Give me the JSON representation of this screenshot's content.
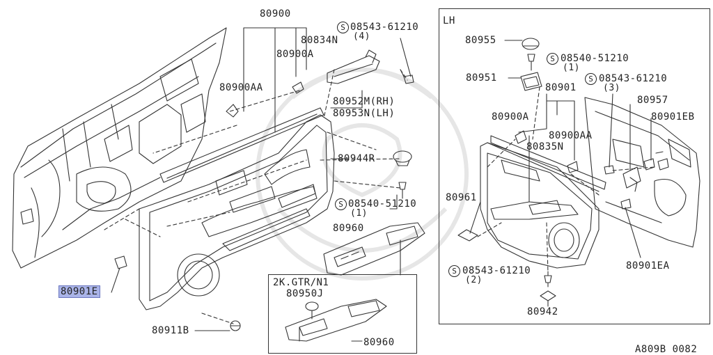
{
  "labels": {
    "p80900": "80900",
    "p80834N": "80834N",
    "p80900A_l": "80900A",
    "p80900AA_l": "80900AA",
    "p08543_l": "08543-61210",
    "p08543_l_qty": "(4)",
    "p80952M": "80952M(RH)",
    "p80953N": "80953N(LH)",
    "p80944R": "80944R",
    "p08540_l": "08540-51210",
    "p08540_l_qty": "(1)",
    "p80960_l": "80960",
    "p80901E_l": "80901E",
    "p80911B": "80911B",
    "inset_title": "2K.GTR/N1",
    "p80950J": "80950J",
    "p80960_inset": "80960",
    "lh_title": "LH",
    "p80955": "80955",
    "p08540_r": "08540-51210",
    "p08540_r_qty": "(1)",
    "p08543_r": "08543-61210",
    "p08543_r_qty": "(3)",
    "p80951": "80951",
    "p80901": "80901",
    "p80957": "80957",
    "p80901EB": "80901EB",
    "p80900A_r": "80900A",
    "p80900AA_r": "80900AA",
    "p80835N": "80835N",
    "p80961": "80961",
    "p80901EA": "80901EA",
    "p08543_b": "08543-61210",
    "p08543_b_qty": "(2)",
    "p80942": "80942",
    "diagram_code": "A809B 0082",
    "screw_symbol": "S"
  },
  "colors": {
    "highlight": "#aab4e8",
    "line": "#333333",
    "watermark": "#e6e6e6"
  }
}
